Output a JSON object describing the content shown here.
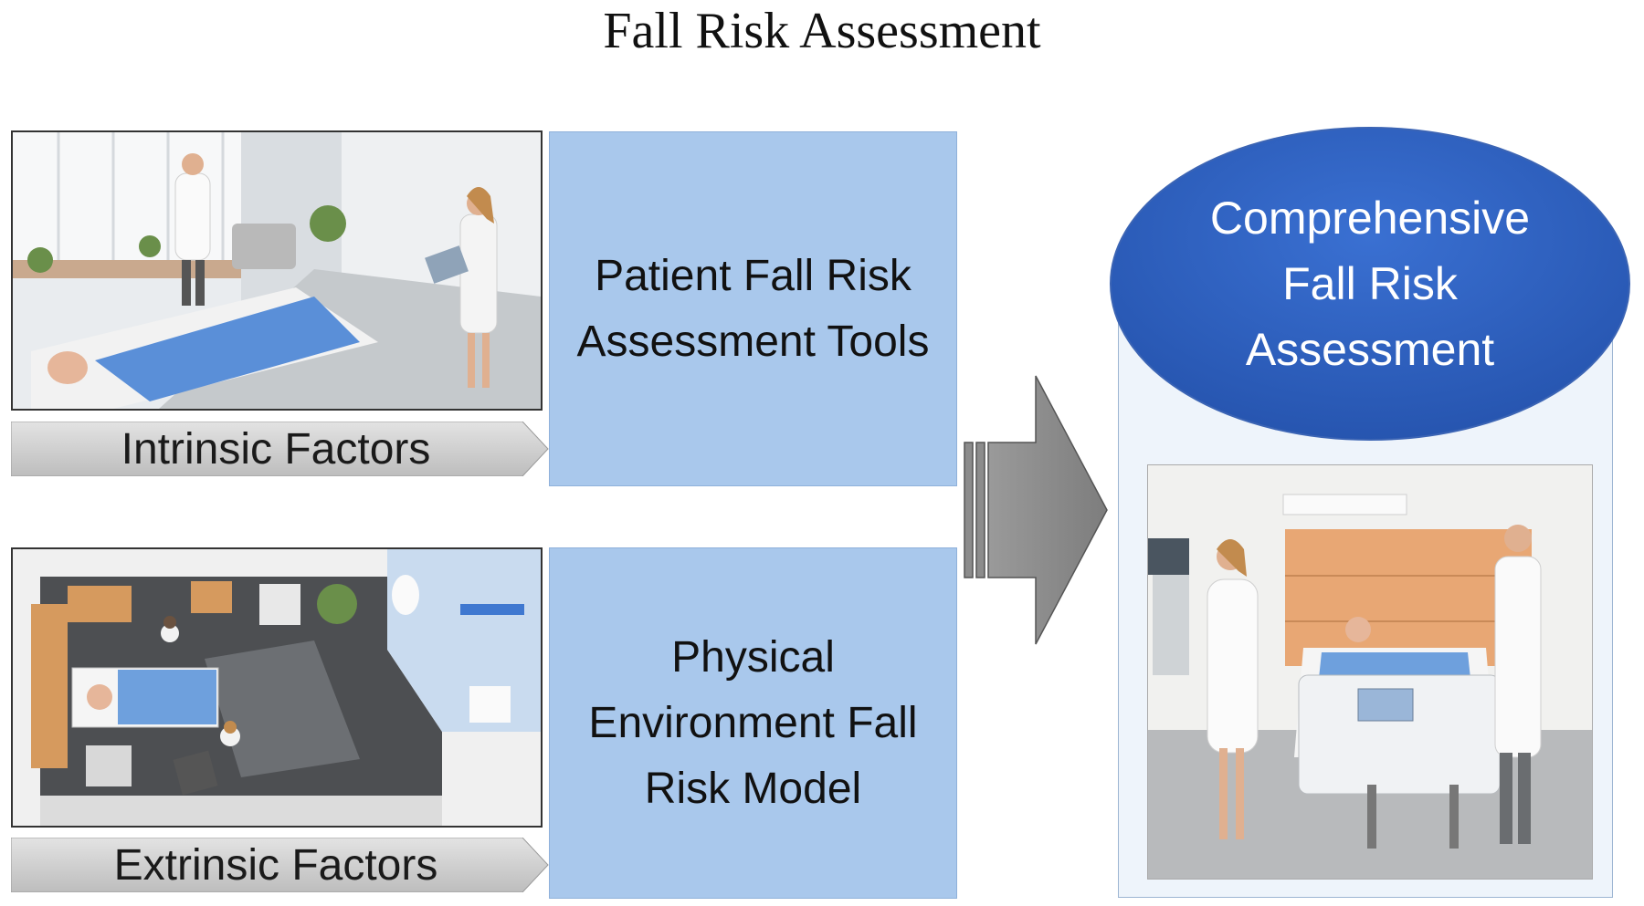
{
  "title": "Fall Risk Assessment",
  "inputs": {
    "intrinsic_label": "Intrinsic Factors",
    "extrinsic_label": "Extrinsic Factors"
  },
  "tools": {
    "patient_tools": [
      "Patient Fall Risk",
      "Assessment Tools"
    ],
    "environment_model": [
      "Physical",
      "Environment Fall",
      "Risk Model"
    ]
  },
  "output": {
    "label": [
      "Comprehensive",
      "Fall Risk",
      "Assessment"
    ]
  },
  "colors": {
    "box_fill": "#a9c8ec",
    "ellipse_fill": "#2f62c4",
    "arrow_fill": "#8c8c8c",
    "tag_fill": "#cfcfcf"
  }
}
